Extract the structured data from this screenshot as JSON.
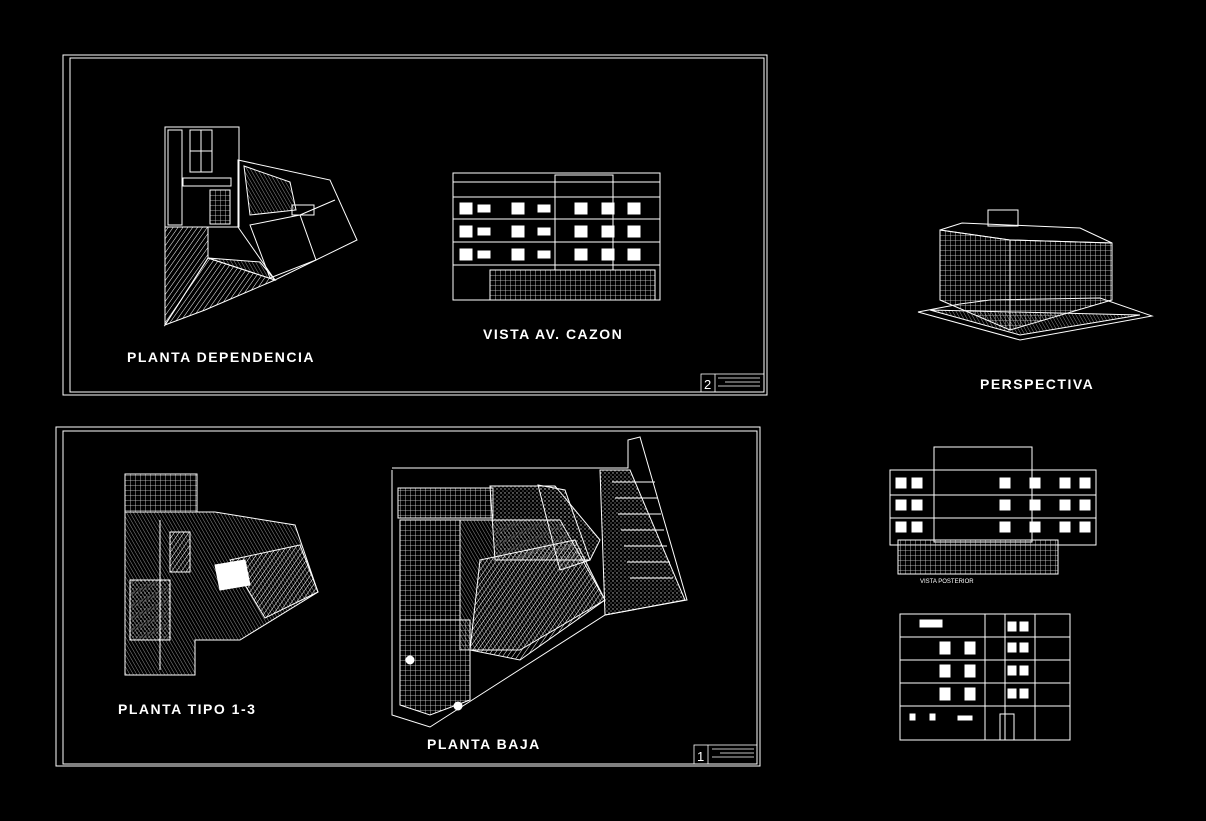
{
  "sheets": [
    {
      "number": "2",
      "labels": [
        "PLANTA DEPENDENCIA",
        "VISTA  AV. CAZON"
      ]
    },
    {
      "number": "1",
      "labels": [
        "PLANTA TIPO 1-3",
        "PLANTA BAJA"
      ]
    }
  ],
  "side_labels": {
    "perspective": "PERSPECTIVA",
    "small_view": "VISTA POSTERIOR"
  },
  "colors": {
    "background": "#000000",
    "lines": "#ffffff"
  }
}
